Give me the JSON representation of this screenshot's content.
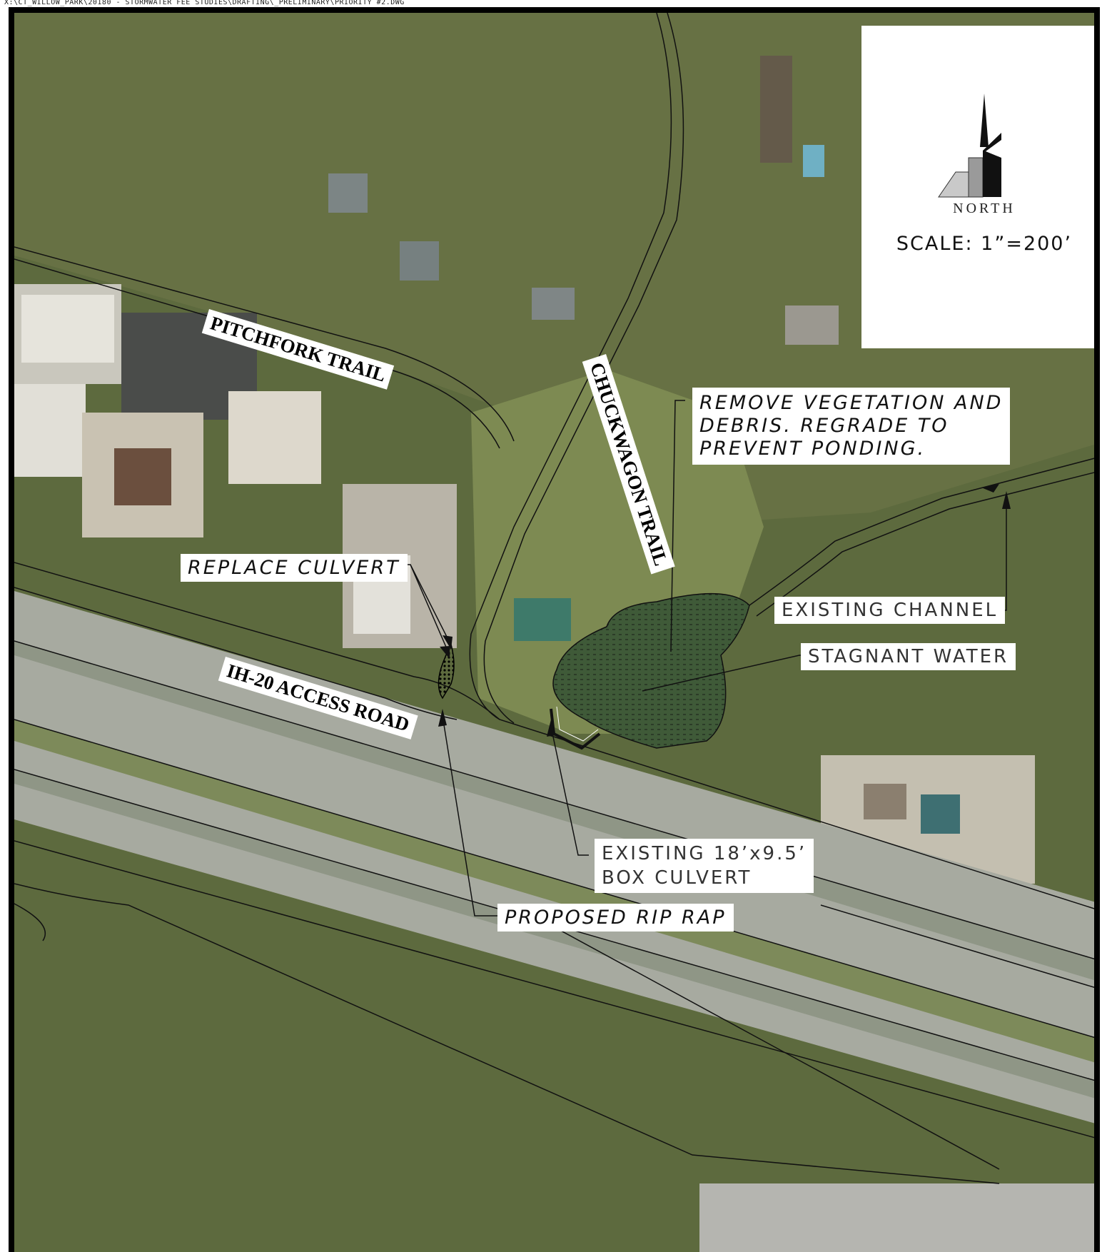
{
  "file_path": "X:\\CT_WILLOW_PARK\\20180 - STORMWATER FEE STUDIES\\DRAFTING\\_PRELIMINARY\\PRIORITY #2.DWG",
  "north_label": "NORTH",
  "scale_label": "SCALE:  1”=200’",
  "road_labels": {
    "pitchfork": "PITCHFORK TRAIL",
    "chuckwagon": "CHUCKWAGON TRAIL",
    "access_road": "IH-20 ACCESS ROAD"
  },
  "callouts": {
    "remove_vegetation": [
      "REMOVE  VEGETATION  AND",
      "DEBRIS.  REGRADE  TO",
      "PREVENT  PONDING."
    ],
    "replace_culvert": "REPLACE  CULVERT",
    "existing_channel": "EXISTING  CHANNEL",
    "stagnant_water": "STAGNANT  WATER",
    "box_culvert": [
      "EXISTING  18’x9.5’",
      "BOX  CULVERT"
    ],
    "rip_rap": "PROPOSED  RIP  RAP"
  },
  "colors": {
    "vegetation": "#5d6a3e",
    "field": "#8a9560",
    "highway": "#a7aaa0",
    "stagnant_water": "#3f5a38"
  }
}
